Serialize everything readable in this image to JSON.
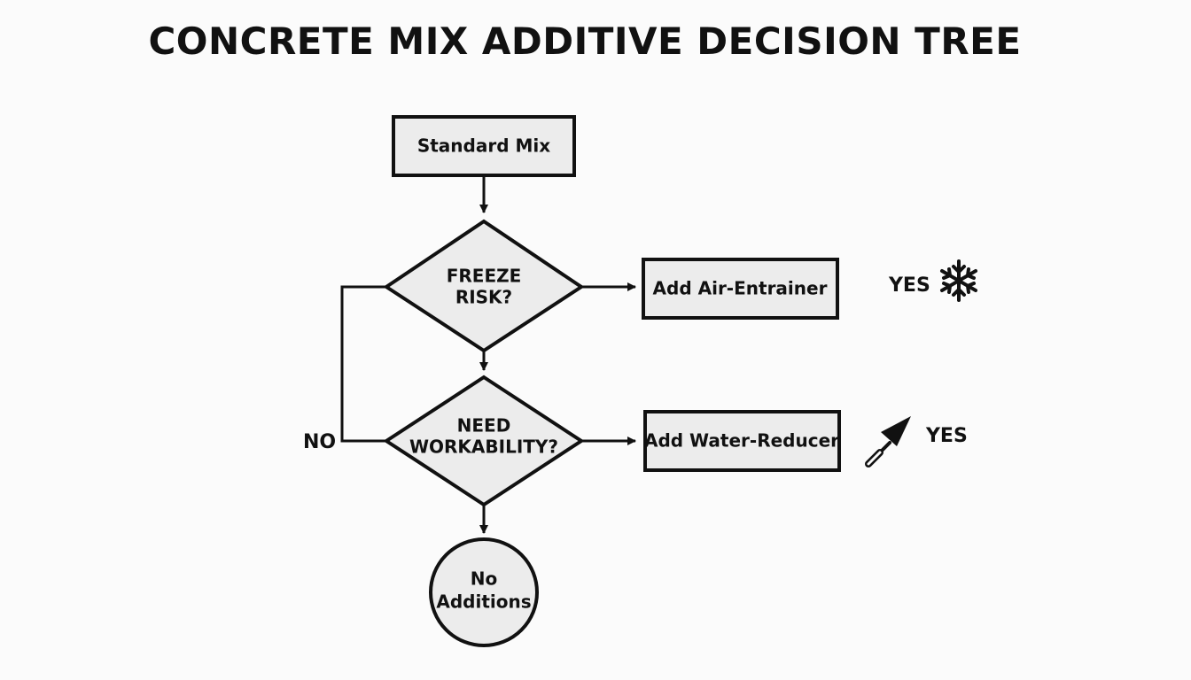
{
  "title": "CONCRETE MIX ADDITIVE DECISION TREE",
  "nodes": {
    "start": {
      "label": "Standard Mix"
    },
    "freeze": {
      "line1": "FREEZE",
      "line2": "RISK?"
    },
    "workability": {
      "line1": "NEED",
      "line2": "WORKABILITY?"
    },
    "air": {
      "label": "Add Air-Entrainer"
    },
    "water": {
      "label": "Add Water-Reducer"
    },
    "none": {
      "line1": "No",
      "line2": "Additions"
    }
  },
  "edges": {
    "freeze_yes": "YES",
    "workability_yes": "YES",
    "no": "NO"
  },
  "icons": {
    "freeze": "snowflake-icon",
    "water": "trowel-icon"
  },
  "colors": {
    "stroke": "#111111",
    "fill": "#ececec",
    "background": "#fbfbfb"
  }
}
